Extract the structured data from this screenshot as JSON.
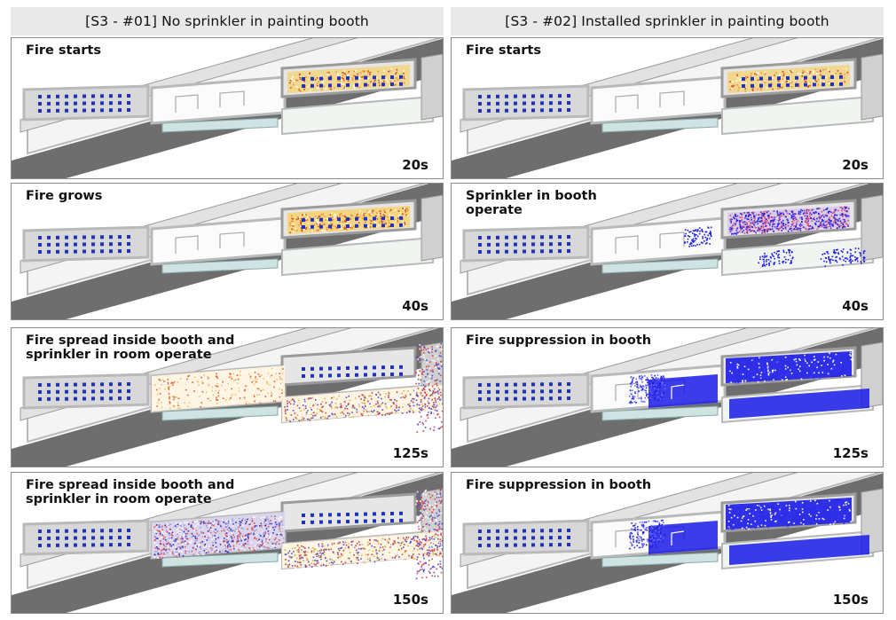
{
  "columns": [
    {
      "header": "[S3 - #01] No sprinkler in painting booth",
      "panels": [
        {
          "caption": "Fire starts",
          "time": "20s",
          "state": "fire-start"
        },
        {
          "caption": "Fire grows",
          "time": "40s",
          "state": "fire-grow"
        },
        {
          "caption": "Fire spread inside booth and\nsprinkler in room operate",
          "time": "125s",
          "state": "fire-spread"
        },
        {
          "caption": "Fire spread inside booth and\nsprinkler in room operate",
          "time": "150s",
          "state": "fire-spread-heavy"
        }
      ]
    },
    {
      "header": "[S3 - #02] Installed sprinkler in painting booth",
      "panels": [
        {
          "caption": "Fire starts",
          "time": "20s",
          "state": "fire-start"
        },
        {
          "caption": "Sprinkler in booth\noperate",
          "time": "40s",
          "state": "sprinkler-operate"
        },
        {
          "caption": "Fire suppression in booth",
          "time": "125s",
          "state": "suppression"
        },
        {
          "caption": "Fire suppression in booth",
          "time": "150s",
          "state": "suppression"
        }
      ]
    }
  ],
  "colors": {
    "sprinkler_head": "#2233bb",
    "fire": "#f4d57a",
    "water": "#1a1ae6",
    "wall": "#b9b9b9",
    "floor": "#e2e2e2"
  }
}
